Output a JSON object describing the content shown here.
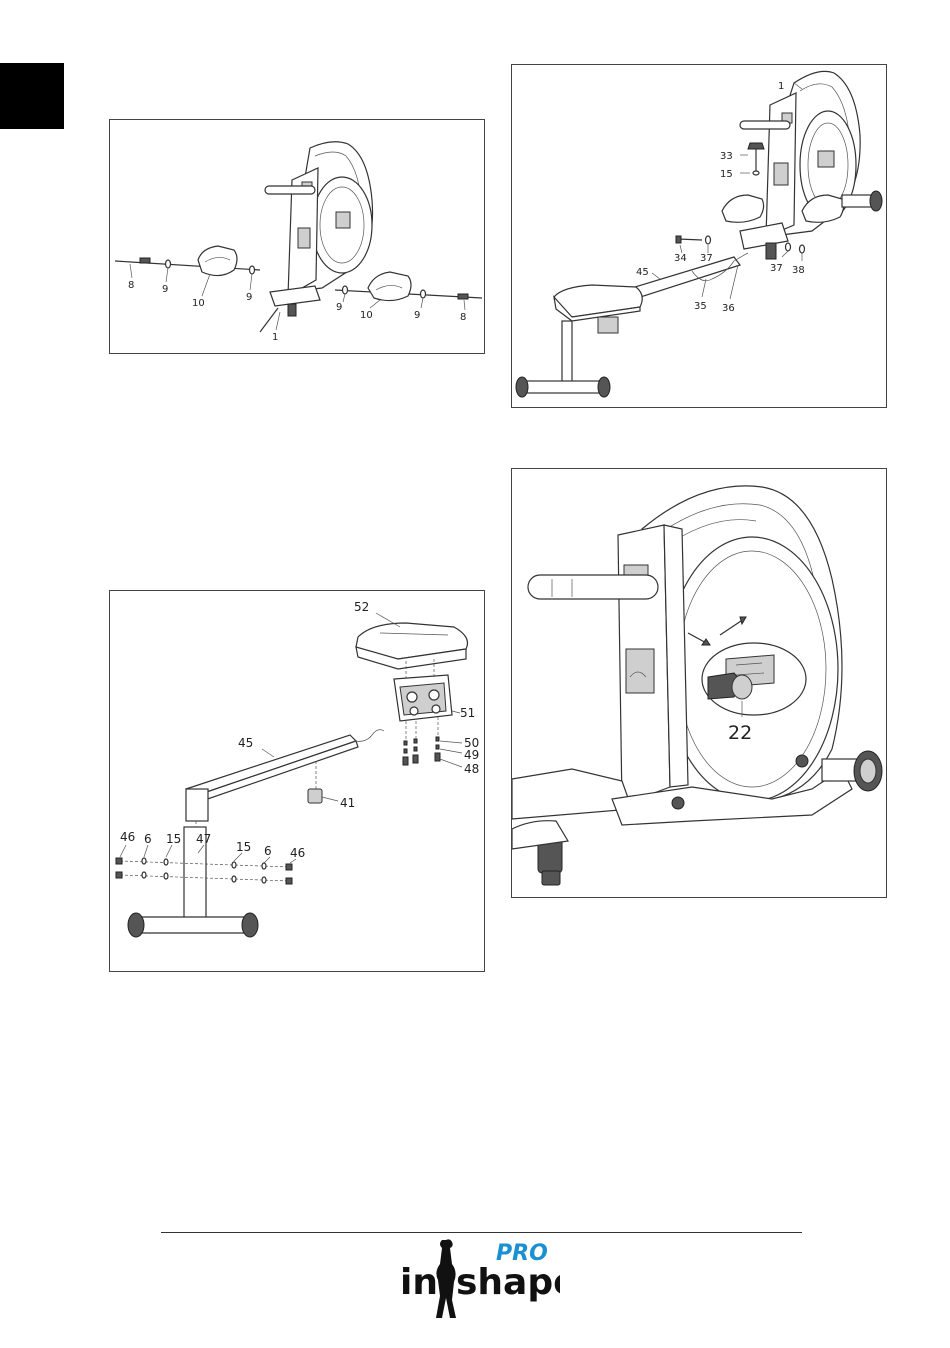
{
  "figures": {
    "fig1": {
      "labels": [
        "8",
        "9",
        "10",
        "9",
        "1",
        "9",
        "10",
        "9",
        "8"
      ]
    },
    "fig2": {
      "labels": [
        "1",
        "33",
        "15",
        "34",
        "37",
        "37",
        "38",
        "45",
        "35",
        "36"
      ]
    },
    "fig3": {
      "labels": [
        "52",
        "51",
        "45",
        "50",
        "49",
        "48",
        "41",
        "46",
        "6",
        "15",
        "47",
        "15",
        "6",
        "46"
      ]
    },
    "fig4": {
      "labels": [
        "22"
      ]
    }
  },
  "footer": {
    "logo_main": "inshape",
    "logo_in": "in",
    "logo_shape": "shape",
    "logo_pro": "PRO",
    "logo_pro_color": "#1a8fd1"
  },
  "colors": {
    "tab": "#000000",
    "frame": "#444444"
  }
}
